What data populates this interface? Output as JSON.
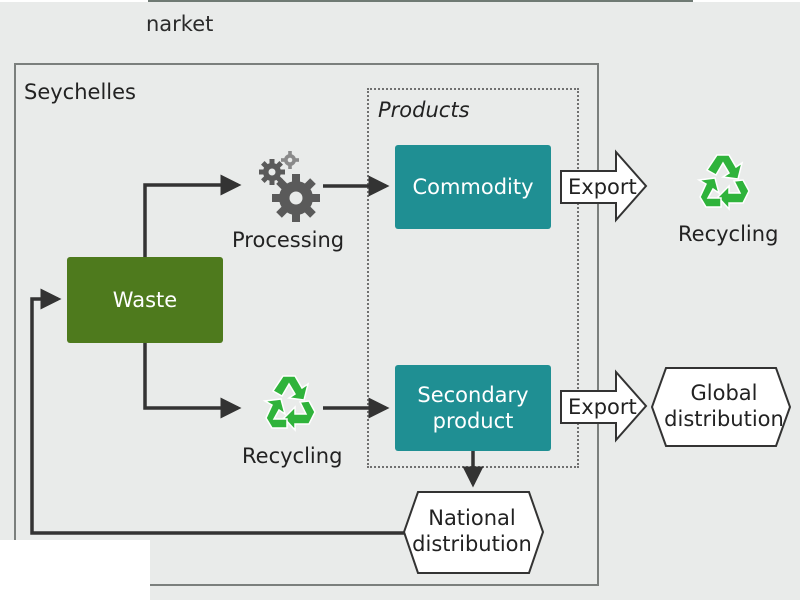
{
  "header": {
    "market_fragment": "narket"
  },
  "diagram": {
    "region_label": "Seychelles",
    "products_label": "Products",
    "nodes": {
      "waste": "Waste",
      "commodity": "Commodity",
      "secondary": "Secondary product",
      "processing": "Processing",
      "recycling": "Recycling",
      "export_top": "Export",
      "export_bottom": "Export",
      "recycling_export": "Recycling",
      "global_distribution": "Global distribution",
      "national_distribution": "National distribution"
    },
    "icons": {
      "processing": "gear-icon",
      "recycling": "recycle-icon",
      "recycling_export": "recycle-icon"
    },
    "colors": {
      "waste_box": "#4e7a1d",
      "product_box": "#1f8f93",
      "recycle_green": "#2fb33b",
      "gear_gray": "#5a5a5a",
      "arrow": "#333333"
    }
  }
}
